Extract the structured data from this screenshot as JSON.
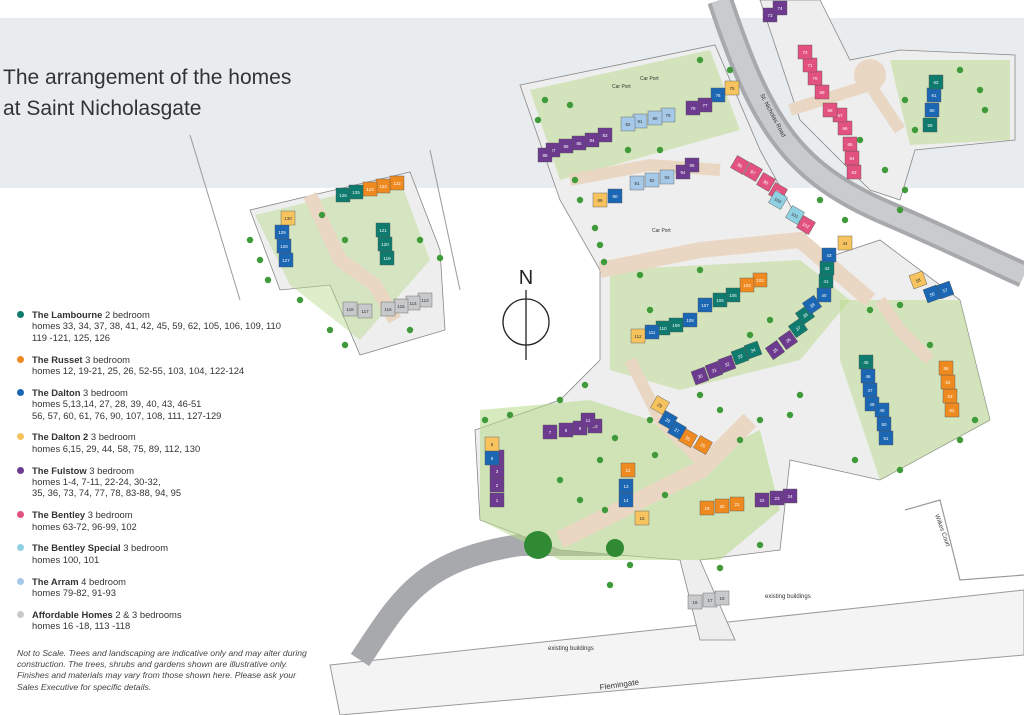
{
  "header": {
    "top_crop_text": "",
    "title_line1": "The arrangement of the homes",
    "title_line2": "at Saint Nicholasgate"
  },
  "compass": {
    "label": "N"
  },
  "colors": {
    "lambourne": "#0e7b6e",
    "russet": "#ee8a1f",
    "dalton": "#1b67b3",
    "dalton2": "#f7c35f",
    "fulstow": "#6c3a8e",
    "bentley": "#e3527e",
    "bentley_special": "#8fd0e2",
    "arram": "#a6c9e8",
    "affordable": "#c8c9cb",
    "garden": "#b7da8a",
    "road": "#a7a9ac",
    "path": "#ead7c3",
    "tree": "#3f9a3a"
  },
  "legend": [
    {
      "name": "The Lambourne",
      "beds": "2 bedroom",
      "homes_line1": "homes 33, 34, 37, 38, 41, 42, 45, 59, 62, 105, 106, 109, 110",
      "homes_line2": "119 -121, 125, 126",
      "color_key": "lambourne"
    },
    {
      "name": "The Russet",
      "beds": "3 bedroom",
      "homes_line1": "homes 12, 19-21, 25, 26, 52-55, 103, 104, 122-124",
      "homes_line2": "",
      "color_key": "russet"
    },
    {
      "name": "The Dalton",
      "beds": "3 bedroom",
      "homes_line1": "homes 5,13,14, 27, 28, 39, 40, 43, 46-51",
      "homes_line2": "56, 57, 60, 61, 76, 90, 107, 108, 111, 127-129",
      "color_key": "dalton"
    },
    {
      "name": "The Dalton 2",
      "beds": "3 bedroom",
      "homes_line1": "homes 6,15, 29, 44, 58, 75, 89, 112, 130",
      "homes_line2": "",
      "color_key": "dalton2"
    },
    {
      "name": "The Fulstow",
      "beds": "3 bedroom",
      "homes_line1": "homes 1-4, 7-11, 22-24, 30-32,",
      "homes_line2": "35, 36, 73, 74, 77, 78, 83-88, 94, 95",
      "color_key": "fulstow"
    },
    {
      "name": "The Bentley",
      "beds": "3 bedroom",
      "homes_line1": "homes 63-72, 96-99, 102",
      "homes_line2": "",
      "color_key": "bentley"
    },
    {
      "name": "The Bentley Special",
      "beds": "3 bedroom",
      "homes_line1": "homes 100, 101",
      "homes_line2": "",
      "color_key": "bentley_special"
    },
    {
      "name": "The Arram",
      "beds": "4 bedroom",
      "homes_line1": "homes 79-82, 91-93",
      "homes_line2": "",
      "color_key": "arram"
    },
    {
      "name": "Affordable Homes",
      "beds": "2 & 3 bedrooms",
      "homes_line1": "homes 16 -18, 113 -118",
      "homes_line2": "",
      "color_key": "affordable"
    }
  ],
  "disclaimer": "Not to Scale. Trees and landscaping are indicative only and may alter during construction. The trees, shrubs and gardens shown are illustrative only. Finishes and materials may vary from those shown here. Please ask your Sales Executive for specific details.",
  "map_labels": {
    "flemingate": "Flemingate",
    "existing_buildings_1": "existing buildings",
    "existing_buildings_2": "existing buildings",
    "wilkes_court": "Wilkes Court",
    "st_nicholas_road": "St. Nicholas Road",
    "car_port_1": "Car Port",
    "car_port_2": "Car Port",
    "car_port_3": "Car Port"
  },
  "plots": [
    {
      "n": "1",
      "c": "fulstow"
    },
    {
      "n": "2",
      "c": "fulstow"
    },
    {
      "n": "3",
      "c": "fulstow"
    },
    {
      "n": "4",
      "c": "fulstow"
    },
    {
      "n": "5",
      "c": "dalton"
    },
    {
      "n": "6",
      "c": "dalton2"
    },
    {
      "n": "7",
      "c": "fulstow"
    },
    {
      "n": "8",
      "c": "fulstow"
    },
    {
      "n": "9",
      "c": "fulstow"
    },
    {
      "n": "10",
      "c": "fulstow"
    },
    {
      "n": "11",
      "c": "fulstow"
    },
    {
      "n": "12",
      "c": "russet"
    },
    {
      "n": "13",
      "c": "dalton"
    },
    {
      "n": "14",
      "c": "dalton"
    },
    {
      "n": "15",
      "c": "dalton2"
    },
    {
      "n": "16",
      "c": "affordable"
    },
    {
      "n": "17",
      "c": "affordable"
    },
    {
      "n": "18",
      "c": "affordable"
    },
    {
      "n": "19",
      "c": "russet"
    },
    {
      "n": "20",
      "c": "russet"
    },
    {
      "n": "21",
      "c": "russet"
    },
    {
      "n": "22",
      "c": "fulstow"
    },
    {
      "n": "23",
      "c": "fulstow"
    },
    {
      "n": "24",
      "c": "fulstow"
    },
    {
      "n": "25",
      "c": "russet"
    },
    {
      "n": "26",
      "c": "russet"
    },
    {
      "n": "27",
      "c": "dalton"
    },
    {
      "n": "28",
      "c": "dalton"
    },
    {
      "n": "29",
      "c": "dalton2"
    },
    {
      "n": "30",
      "c": "fulstow"
    },
    {
      "n": "31",
      "c": "fulstow"
    },
    {
      "n": "32",
      "c": "fulstow"
    },
    {
      "n": "33",
      "c": "lambourne"
    },
    {
      "n": "34",
      "c": "lambourne"
    },
    {
      "n": "35",
      "c": "fulstow"
    },
    {
      "n": "36",
      "c": "fulstow"
    },
    {
      "n": "37",
      "c": "lambourne"
    },
    {
      "n": "38",
      "c": "lambourne"
    },
    {
      "n": "39",
      "c": "dalton"
    },
    {
      "n": "40",
      "c": "dalton"
    },
    {
      "n": "41",
      "c": "lambourne"
    },
    {
      "n": "42",
      "c": "lambourne"
    },
    {
      "n": "43",
      "c": "dalton"
    },
    {
      "n": "44",
      "c": "dalton2"
    },
    {
      "n": "45",
      "c": "lambourne"
    },
    {
      "n": "46",
      "c": "dalton"
    },
    {
      "n": "47",
      "c": "dalton"
    },
    {
      "n": "48",
      "c": "dalton"
    },
    {
      "n": "49",
      "c": "dalton"
    },
    {
      "n": "50",
      "c": "dalton"
    },
    {
      "n": "51",
      "c": "dalton"
    },
    {
      "n": "52",
      "c": "russet"
    },
    {
      "n": "53",
      "c": "russet"
    },
    {
      "n": "54",
      "c": "russet"
    },
    {
      "n": "55",
      "c": "russet"
    },
    {
      "n": "56",
      "c": "dalton"
    },
    {
      "n": "57",
      "c": "dalton"
    },
    {
      "n": "58",
      "c": "dalton2"
    },
    {
      "n": "59",
      "c": "lambourne"
    },
    {
      "n": "60",
      "c": "dalton"
    },
    {
      "n": "61",
      "c": "dalton"
    },
    {
      "n": "62",
      "c": "lambourne"
    },
    {
      "n": "63",
      "c": "bentley"
    },
    {
      "n": "64",
      "c": "bentley"
    },
    {
      "n": "65",
      "c": "bentley"
    },
    {
      "n": "66",
      "c": "bentley"
    },
    {
      "n": "67",
      "c": "bentley"
    },
    {
      "n": "68",
      "c": "bentley"
    },
    {
      "n": "69",
      "c": "bentley"
    },
    {
      "n": "70",
      "c": "bentley"
    },
    {
      "n": "71",
      "c": "bentley"
    },
    {
      "n": "72",
      "c": "bentley"
    },
    {
      "n": "73",
      "c": "fulstow"
    },
    {
      "n": "74",
      "c": "fulstow"
    },
    {
      "n": "75",
      "c": "dalton2"
    },
    {
      "n": "76",
      "c": "dalton"
    },
    {
      "n": "77",
      "c": "fulstow"
    },
    {
      "n": "78",
      "c": "fulstow"
    },
    {
      "n": "79",
      "c": "arram"
    },
    {
      "n": "80",
      "c": "arram"
    },
    {
      "n": "81",
      "c": "arram"
    },
    {
      "n": "82",
      "c": "arram"
    },
    {
      "n": "83",
      "c": "fulstow"
    },
    {
      "n": "84",
      "c": "fulstow"
    },
    {
      "n": "85",
      "c": "fulstow"
    },
    {
      "n": "86",
      "c": "fulstow"
    },
    {
      "n": "87",
      "c": "fulstow"
    },
    {
      "n": "88",
      "c": "fulstow"
    },
    {
      "n": "89",
      "c": "dalton2"
    },
    {
      "n": "90",
      "c": "dalton"
    },
    {
      "n": "91",
      "c": "arram"
    },
    {
      "n": "92",
      "c": "arram"
    },
    {
      "n": "93",
      "c": "arram"
    },
    {
      "n": "94",
      "c": "fulstow"
    },
    {
      "n": "95",
      "c": "fulstow"
    },
    {
      "n": "96",
      "c": "bentley"
    },
    {
      "n": "97",
      "c": "bentley"
    },
    {
      "n": "98",
      "c": "bentley"
    },
    {
      "n": "99",
      "c": "bentley"
    },
    {
      "n": "100",
      "c": "bentley_special"
    },
    {
      "n": "101",
      "c": "bentley_special"
    },
    {
      "n": "102",
      "c": "bentley"
    },
    {
      "n": "103",
      "c": "russet"
    },
    {
      "n": "104",
      "c": "russet"
    },
    {
      "n": "105",
      "c": "lambourne"
    },
    {
      "n": "106",
      "c": "lambourne"
    },
    {
      "n": "107",
      "c": "dalton"
    },
    {
      "n": "108",
      "c": "dalton"
    },
    {
      "n": "109",
      "c": "lambourne"
    },
    {
      "n": "110",
      "c": "lambourne"
    },
    {
      "n": "111",
      "c": "dalton"
    },
    {
      "n": "112",
      "c": "dalton2"
    },
    {
      "n": "113",
      "c": "affordable"
    },
    {
      "n": "114",
      "c": "affordable"
    },
    {
      "n": "115",
      "c": "affordable"
    },
    {
      "n": "116",
      "c": "affordable"
    },
    {
      "n": "117",
      "c": "affordable"
    },
    {
      "n": "118",
      "c": "affordable"
    },
    {
      "n": "119",
      "c": "lambourne"
    },
    {
      "n": "120",
      "c": "lambourne"
    },
    {
      "n": "121",
      "c": "lambourne"
    },
    {
      "n": "122",
      "c": "russet"
    },
    {
      "n": "123",
      "c": "russet"
    },
    {
      "n": "124",
      "c": "russet"
    },
    {
      "n": "125",
      "c": "lambourne"
    },
    {
      "n": "126",
      "c": "lambourne"
    },
    {
      "n": "127",
      "c": "dalton"
    },
    {
      "n": "128",
      "c": "dalton"
    },
    {
      "n": "129",
      "c": "dalton"
    },
    {
      "n": "130",
      "c": "dalton2"
    }
  ]
}
